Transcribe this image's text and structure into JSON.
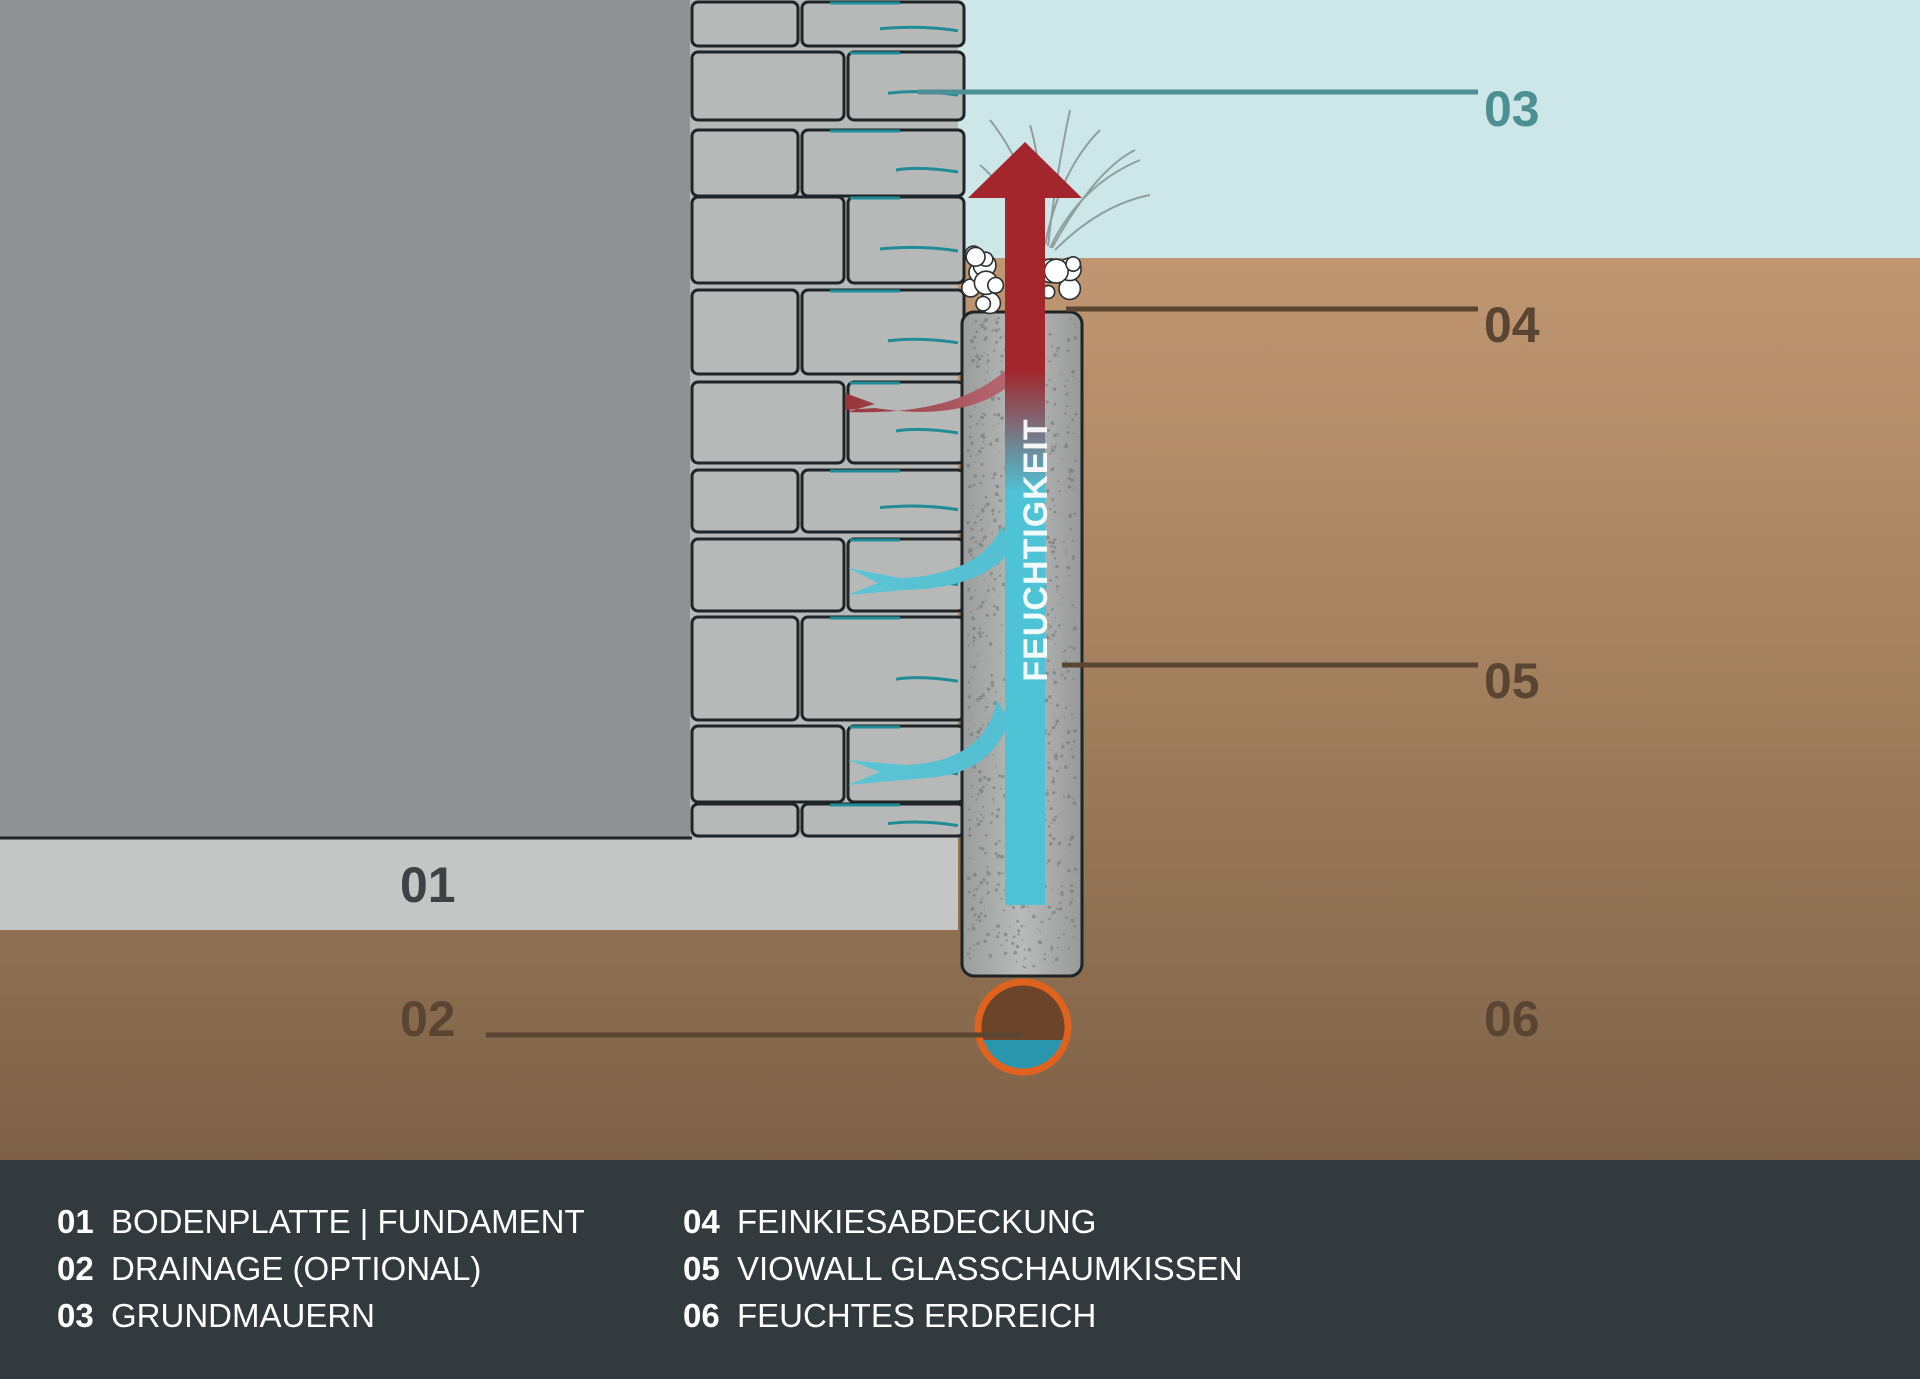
{
  "diagram": {
    "labels": {
      "n01": "01",
      "n02": "02",
      "n03": "03",
      "n04": "04",
      "n05": "05",
      "n06": "06"
    },
    "arrow_text": "FEUCHTIGKEIT"
  },
  "legend": {
    "items": [
      {
        "num": "01",
        "text": "BODENPLATTE | FUNDAMENT"
      },
      {
        "num": "02",
        "text": "DRAINAGE (OPTIONAL)"
      },
      {
        "num": "03",
        "text": "GRUNDMAUERN"
      },
      {
        "num": "04",
        "text": "FEINKIESABDECKUNG"
      },
      {
        "num": "05",
        "text": "VIOWALL GLASSCHAUMKISSEN"
      },
      {
        "num": "06",
        "text": "FEUCHTES ERDREICH"
      }
    ]
  },
  "colors": {
    "sky": "#cde6e8",
    "soil_top": "#d2a47f",
    "soil_bottom": "#7d6147",
    "wall": "#8f9193",
    "masonry": "#b7b8b8",
    "slab": "#c4c6c5",
    "legend_bg": "#323a3e",
    "moisture_blue": "#4ec3d6",
    "moisture_red": "#a3262c",
    "drain_orange": "#e0621f",
    "label_teal": "#4d8f93",
    "label_brown": "#5a4533",
    "label_dark": "#3d4246"
  }
}
